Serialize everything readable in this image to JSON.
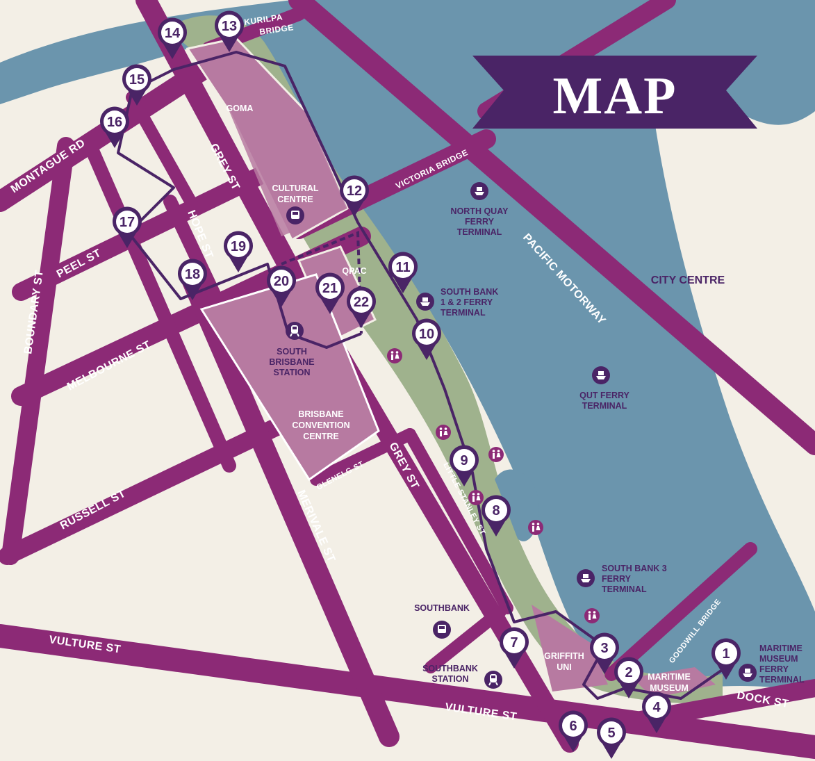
{
  "title": "MAP",
  "colors": {
    "land": "#f3efe6",
    "river": "#6b95ad",
    "park": "#9fb28d",
    "road": "#8c2a76",
    "building": "#b77aa1",
    "pin": "#4a2466",
    "banner": "#4a2466"
  },
  "roads": {
    "montague": "MONTAGUE RD",
    "boundary": "BOUNDARY ST",
    "peel": "PEEL ST",
    "melbourne": "MELBOURNE ST",
    "russell": "RUSSELL ST",
    "vulture_left": "VULTURE ST",
    "vulture_right": "VULTURE ST",
    "grey_top": "GREY ST",
    "grey_mid": "GREY ST",
    "hope": "HOPE ST",
    "merivale": "MERIVALE ST",
    "glenelg": "GLENELG ST",
    "little_stanley": "LITTLE STANLEY ST",
    "victoria_bridge": "VICTORIA BRIDGE",
    "pacific_motorway": "PACIFIC MOTORWAY",
    "goodwill_bridge": "GOODWILL BRIDGE",
    "dock": "DOCK ST",
    "kurilpa_1": "KURILPA",
    "kurilpa_2": "BRIDGE"
  },
  "areas": {
    "goma": "GOMA",
    "cultural_1": "CULTURAL",
    "cultural_2": "CENTRE",
    "qpac": "QPAC",
    "convention_1": "BRISBANE",
    "convention_2": "CONVENTION",
    "convention_3": "CENTRE",
    "griffith_1": "GRIFFITH",
    "griffith_2": "UNI",
    "maritime_1": "MARITIME",
    "maritime_2": "MUSEUM"
  },
  "places": {
    "north_quay_1": "NORTH QUAY",
    "north_quay_2": "FERRY",
    "north_quay_3": "TERMINAL",
    "southbank12_1": "SOUTH BANK",
    "southbank12_2": "1 & 2 FERRY",
    "southbank12_3": "TERMINAL",
    "sb_station_1": "SOUTH",
    "sb_station_2": "BRISBANE",
    "sb_station_3": "STATION",
    "qut_1": "QUT FERRY",
    "qut_2": "TERMINAL",
    "southbank3_1": "SOUTH BANK 3",
    "southbank3_2": "FERRY",
    "southbank3_3": "TERMINAL",
    "southbank_bus": "SOUTHBANK",
    "southbank_station_1": "SOUTHBANK",
    "southbank_station_2": "STATION",
    "maritime_ferry_1": "MARITIME",
    "maritime_ferry_2": "MUSEUM",
    "maritime_ferry_3": "FERRY",
    "maritime_ferry_4": "TERMINAL",
    "city_centre": "CITY CENTRE"
  },
  "stops": [
    "1",
    "2",
    "3",
    "4",
    "5",
    "6",
    "7",
    "8",
    "9",
    "10",
    "11",
    "12",
    "13",
    "14",
    "15",
    "16",
    "17",
    "18",
    "19",
    "20",
    "21",
    "22"
  ],
  "icons": [
    "ferry-icon",
    "bus-icon",
    "train-icon",
    "toilet-icon"
  ]
}
